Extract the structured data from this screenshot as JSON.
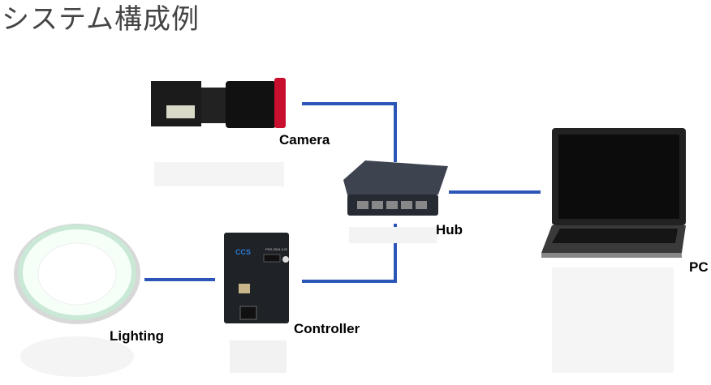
{
  "title": "システム構成例",
  "devices": {
    "camera": "Camera",
    "hub": "Hub",
    "pc": "PC",
    "lighting": "Lighting",
    "controller": "Controller"
  },
  "controller_panel": {
    "brand": "CCS",
    "model": "PDS-3024-3-EI"
  },
  "colors": {
    "connection": "#2c55b8"
  }
}
